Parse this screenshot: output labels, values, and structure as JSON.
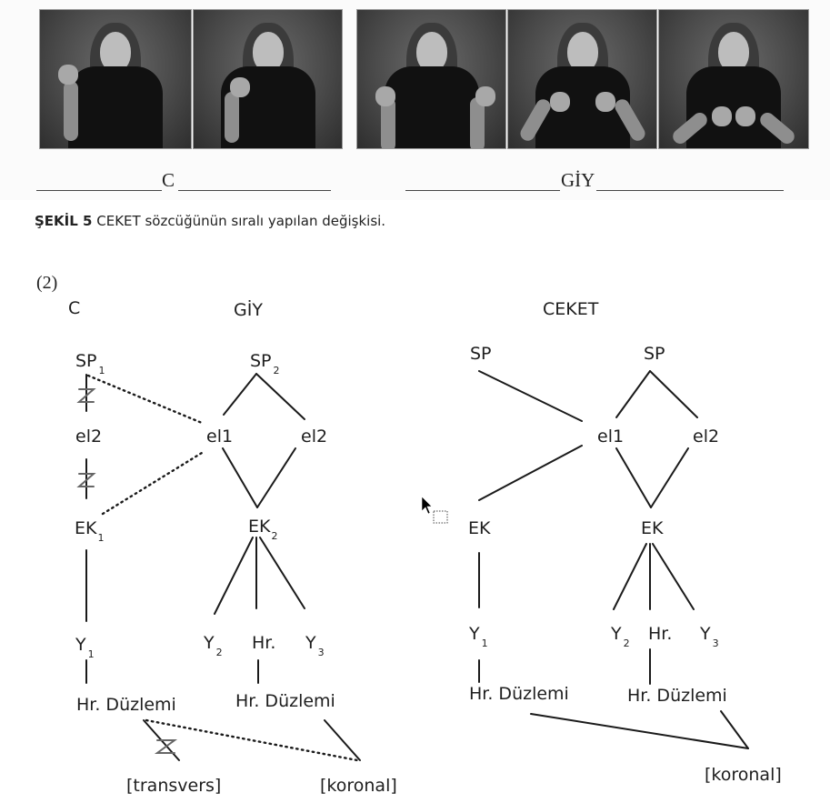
{
  "photos": {
    "groups": [
      {
        "label": "C",
        "frames": 2,
        "description": "signer forms C handshape at right side, moving toward chest"
      },
      {
        "label": "GİY",
        "frames": 3,
        "description": "signer grasps garment at shoulders and moves fists down to chest"
      }
    ]
  },
  "caption": {
    "bold": "ŞEKİL 5",
    "text": " CEKET sözcüğünün sıralı yapılan değişkisi."
  },
  "example": {
    "number": "(2)",
    "trees": [
      {
        "title": "C",
        "nodes": {
          "sp": "SP",
          "sp_sub": "1",
          "el2": "el2",
          "ek": "EK",
          "ek_sub": "1",
          "y": "Y",
          "y_sub": "1",
          "plane": "Hr. Düzlemi",
          "value": "[transvers]"
        }
      },
      {
        "title": "GİY",
        "nodes": {
          "sp": "SP",
          "sp_sub": "2",
          "el1": "el1",
          "el2": "el2",
          "ek": "EK",
          "ek_sub": "2",
          "y2": "Y",
          "y2_sub": "2",
          "hr": "Hr.",
          "y3": "Y",
          "y3_sub": "3",
          "plane": "Hr. Düzlemi",
          "value": "[koronal]"
        }
      },
      {
        "title": "CEKET",
        "nodes": {
          "sp_left": "SP",
          "sp_right": "SP",
          "el1": "el1",
          "el2": "el2",
          "ek_left": "EK",
          "ek_right": "EK",
          "y1": "Y",
          "y1_sub": "1",
          "y2": "Y",
          "y2_sub": "2",
          "hr": "Hr.",
          "y3": "Y",
          "y3_sub": "3",
          "plane_left": "Hr. Düzlemi",
          "plane_right": "Hr. Düzlemi",
          "value": "[koronal]"
        }
      }
    ]
  }
}
